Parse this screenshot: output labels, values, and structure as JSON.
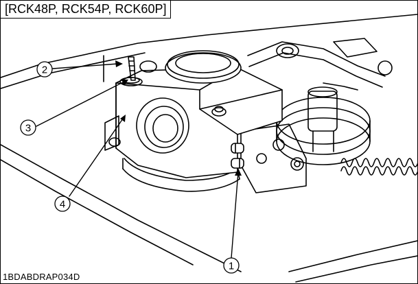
{
  "header": {
    "models": "[RCK48P, RCK54P, RCK60P]"
  },
  "callouts": [
    {
      "number": "1"
    },
    {
      "number": "2"
    },
    {
      "number": "3"
    },
    {
      "number": "4"
    }
  ],
  "figure_id": "1BDABDRAP034D"
}
